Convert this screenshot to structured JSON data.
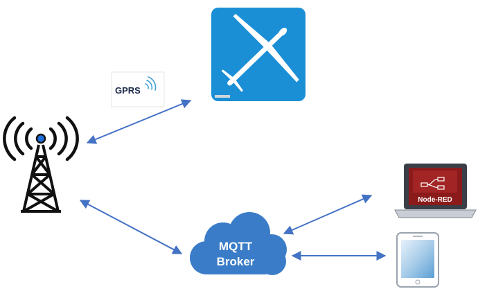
{
  "gprs_badge": {
    "label": "GPRS"
  },
  "broker": {
    "line1": "MQTT",
    "line2": "Broker"
  },
  "laptop": {
    "label": "Node-RED"
  },
  "icons": {
    "tower": "cell-tower-icon",
    "aircraft": "glider-aircraft-icon",
    "gprs": "gprs-signal-icon",
    "cloud": "cloud-icon",
    "laptop": "laptop-icon",
    "phone": "smartphone-icon"
  },
  "colors": {
    "arrow": "#4472c4",
    "aircraft_tile": "#1b8fd6",
    "cloud": "#3a7cc8",
    "nodered_screen": "#8b1a1a",
    "tower": "#111111",
    "tower_signal_dot": "#1e6fd9"
  }
}
